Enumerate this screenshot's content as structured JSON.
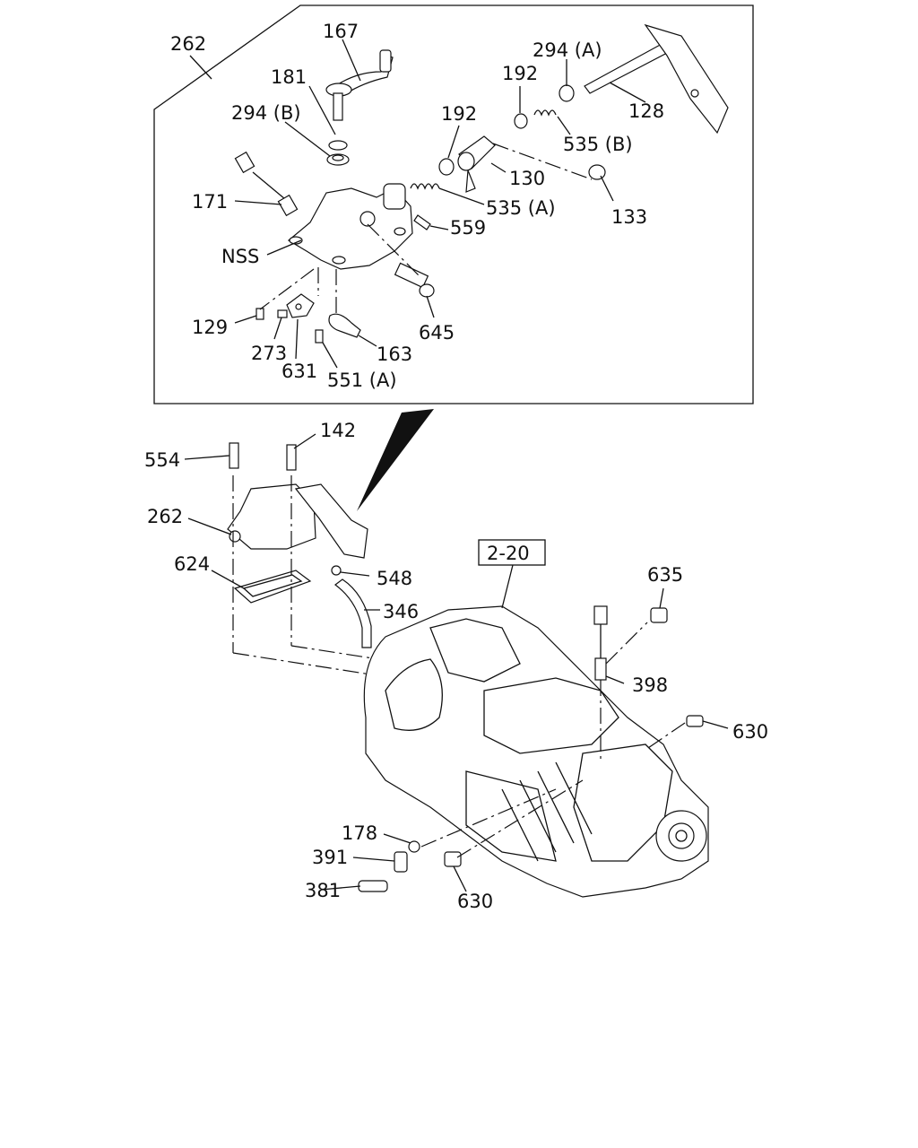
{
  "diagram": {
    "callouts": {
      "c262_top": "262",
      "c167": "167",
      "c181": "181",
      "c294b": "294 (B)",
      "c294a": "294 (A)",
      "c192_a": "192",
      "c192_b": "192",
      "c128": "128",
      "c535b": "535 (B)",
      "c130": "130",
      "c535a": "535 (A)",
      "c133": "133",
      "c171": "171",
      "c559": "559",
      "cnss": "NSS",
      "c645": "645",
      "c129": "129",
      "c273": "273",
      "c631": "631",
      "c163": "163",
      "c551a": "551 (A)",
      "c142": "142",
      "c554": "554",
      "c262_mid": "262",
      "c624": "624",
      "c548": "548",
      "c346": "346",
      "c2_20": "2-20",
      "c635": "635",
      "c398": "398",
      "c630_r": "630",
      "c178": "178",
      "c391": "391",
      "c381": "381",
      "c630_b": "630"
    }
  }
}
